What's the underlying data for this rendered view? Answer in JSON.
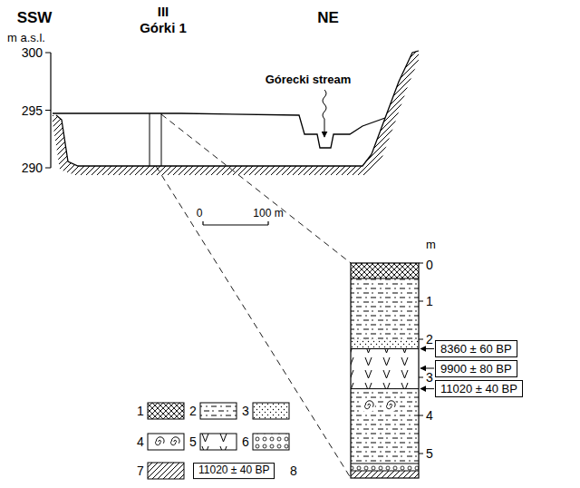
{
  "diagram": {
    "nodes": [
      {
        "text": [
          "8360 ± 60 BP"
        ]
      },
      {
        "text": [
          "9900 ± 80 BP"
        ]
      },
      {
        "text": [
          "11020 ± 40 BP"
        ]
      }
    ],
    "labels": [
      "SSW",
      "III",
      "Górki 1",
      "NE",
      "m a.s.l.",
      "300",
      "295",
      "290",
      "Górecki stream",
      "0",
      "100 m",
      "m",
      "0",
      "1",
      "2",
      "3",
      "4",
      "5",
      "11020 ± 40 BP"
    ],
    "legend": [
      {
        "text": "1"
      },
      {
        "text": "2"
      },
      {
        "text": "3"
      },
      {
        "text": "4"
      },
      {
        "text": "5"
      },
      {
        "text": "6"
      },
      {
        "text": "7"
      },
      {
        "text": "8"
      }
    ]
  }
}
